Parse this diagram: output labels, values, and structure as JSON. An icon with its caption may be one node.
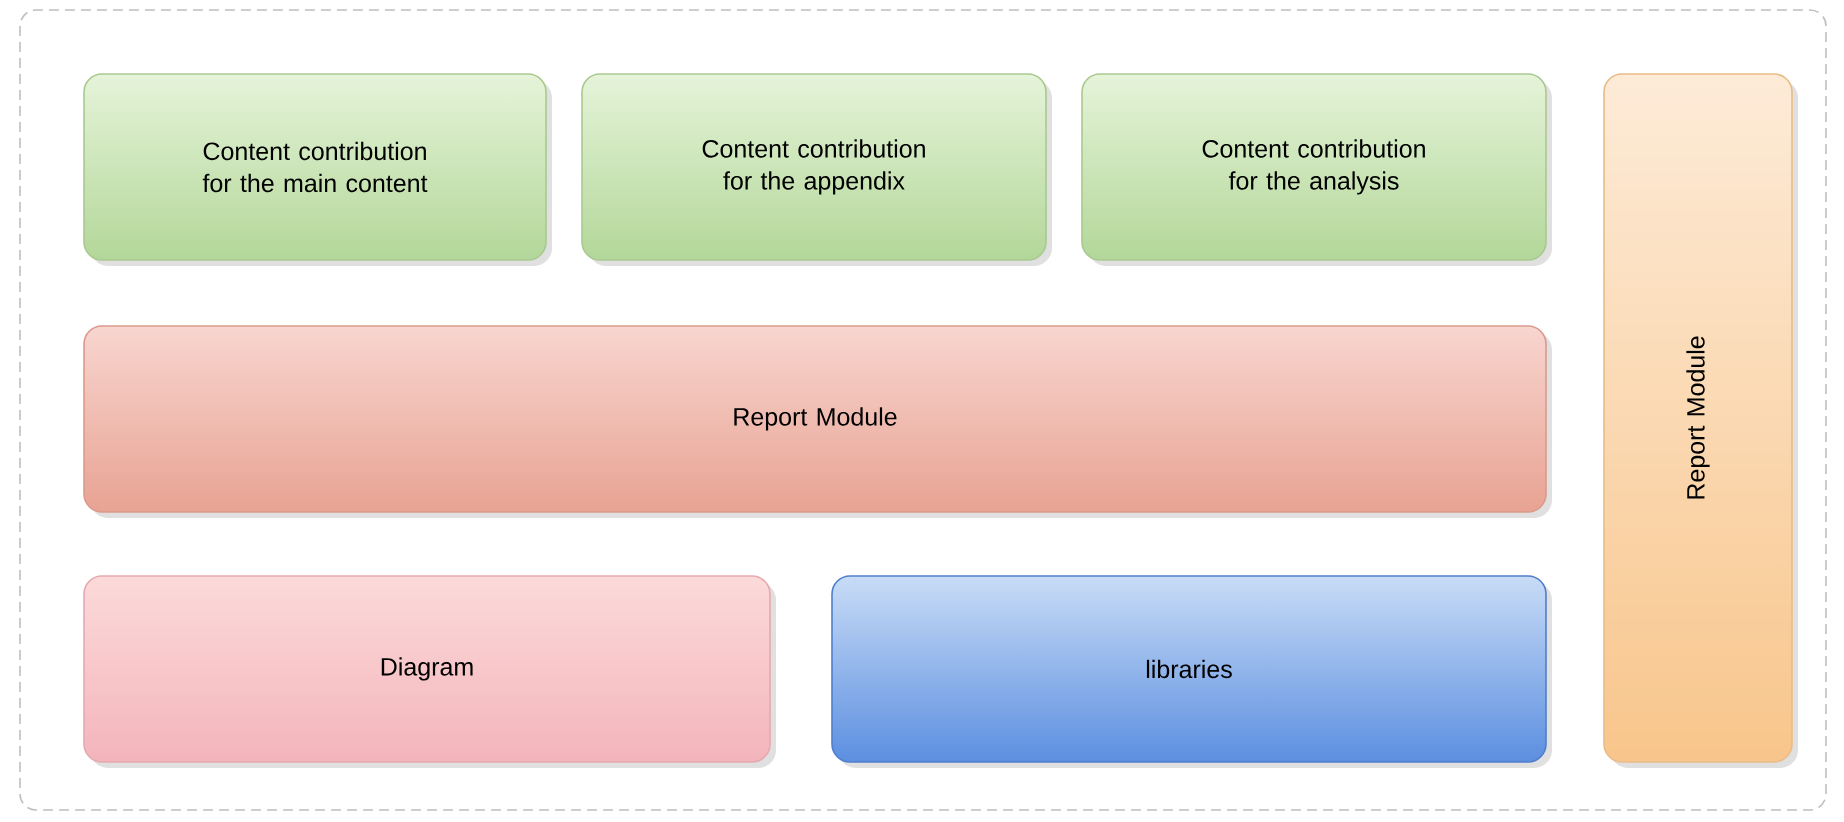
{
  "diagram": {
    "nodes": [
      {
        "text": [
          "Content contribution for the main content"
        ]
      },
      {
        "text": [
          "Content contribution for the appendix"
        ]
      },
      {
        "text": [
          "Content contribution for the analysis"
        ]
      },
      {
        "text": [
          "Report Module"
        ]
      },
      {
        "text": [
          "Diagram"
        ]
      },
      {
        "text": [
          "libraries"
        ]
      },
      {
        "text": [
          "Report Module"
        ]
      }
    ]
  }
}
